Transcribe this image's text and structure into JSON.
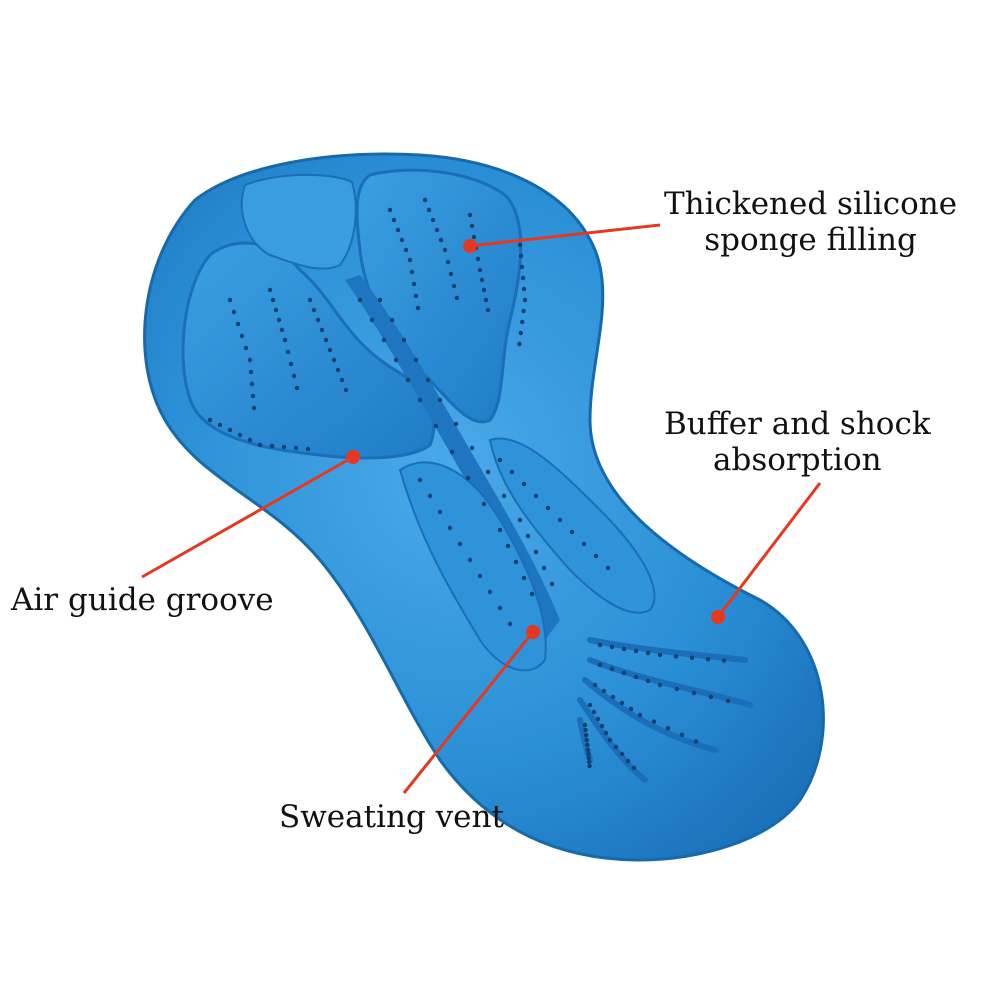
{
  "annotations": [
    {
      "id": "silicone",
      "lines": [
        "Thickened silicone",
        "sponge filling"
      ]
    },
    {
      "id": "buffer",
      "lines": [
        "Buffer and shock",
        "absorption"
      ]
    },
    {
      "id": "air",
      "lines": [
        "Air guide groove"
      ]
    },
    {
      "id": "vent",
      "lines": [
        "Sweating vent"
      ]
    }
  ],
  "colors": {
    "pad": "#2a8fd6",
    "pad_dark": "#1a6fb8",
    "pad_light": "#4aa9e8",
    "leader": "#e5381f"
  }
}
